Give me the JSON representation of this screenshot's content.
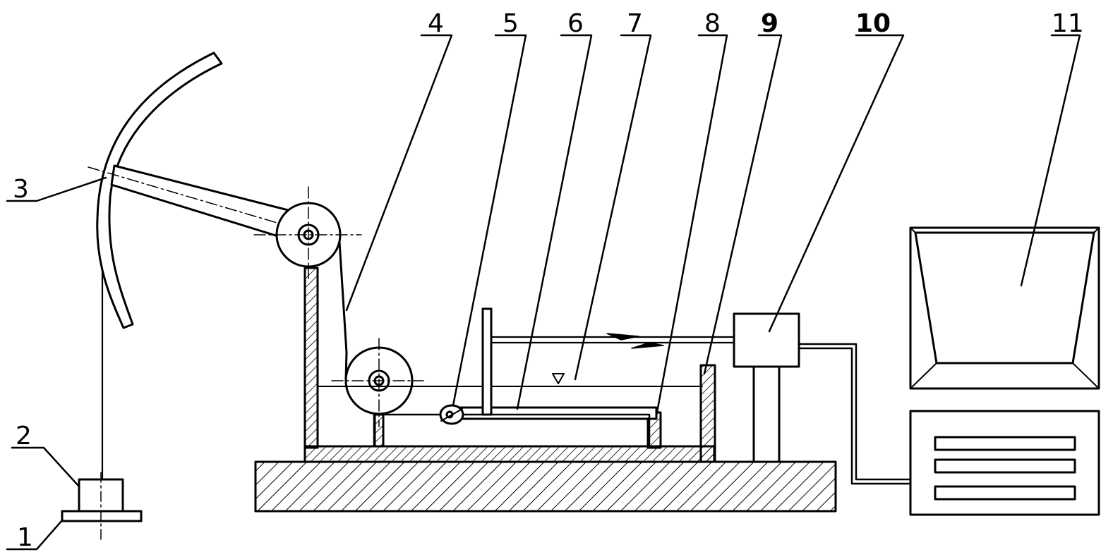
{
  "labels": {
    "l1": "1",
    "l2": "2",
    "l3": "3",
    "l4": "4",
    "l5": "5",
    "l6": "6",
    "l7": "7",
    "l8": "8",
    "l9": "9",
    "l10": "10",
    "l11": "11"
  },
  "colors": {
    "ink": "#000000",
    "paper": "#ffffff"
  }
}
